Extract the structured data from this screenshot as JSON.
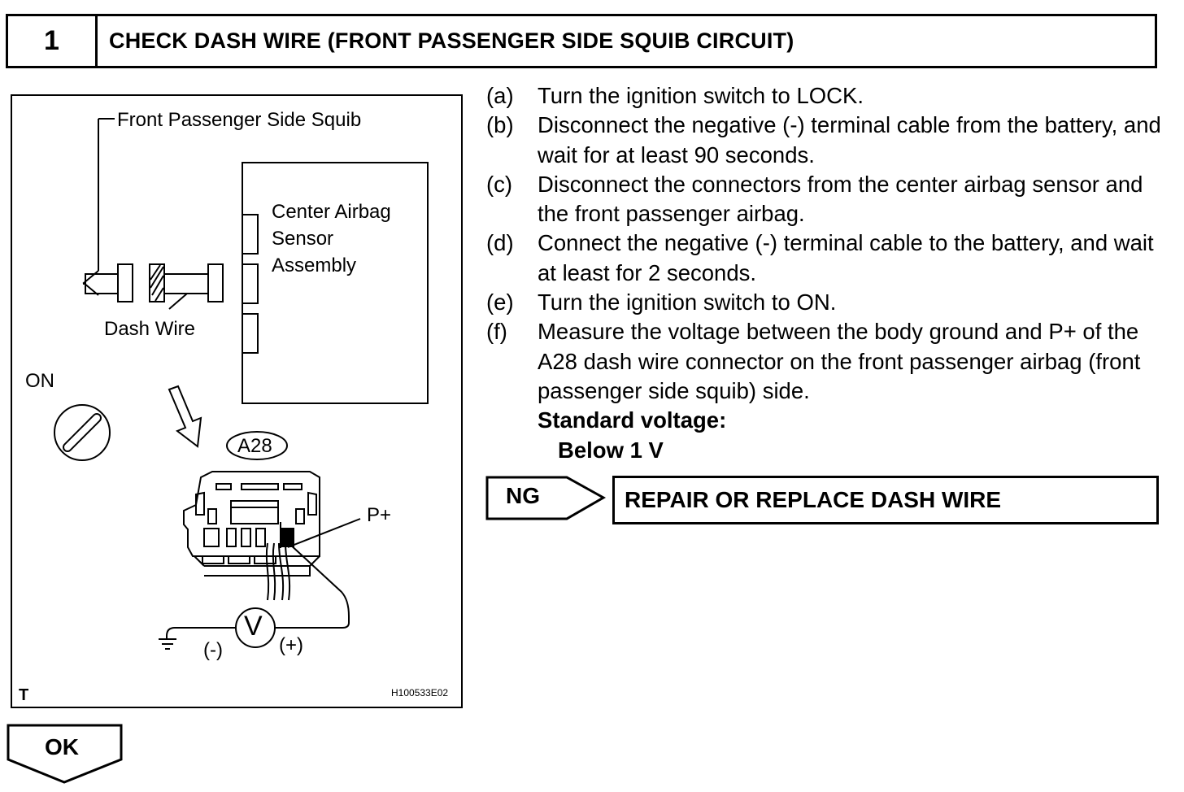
{
  "header": {
    "step_number": "1",
    "title": "CHECK DASH WIRE (FRONT PASSENGER SIDE SQUIB CIRCUIT)"
  },
  "diagram": {
    "squib_label": "Front Passenger Side Squib",
    "sensor_label_line1": "Center Airbag",
    "sensor_label_line2": "Sensor",
    "sensor_label_line3": "Assembly",
    "dash_wire_label": "Dash Wire",
    "ignition_label": "ON",
    "connector_label": "A28",
    "terminal_label": "P+",
    "meter_symbol": "V",
    "negative_label": "(-)",
    "positive_label": "(+)",
    "corner_label": "T",
    "figure_code": "H100533E02"
  },
  "instructions": [
    {
      "letter": "(a)",
      "text": "Turn the ignition switch to LOCK."
    },
    {
      "letter": "(b)",
      "text": "Disconnect the negative (-) terminal cable from the battery, and wait for at least 90 seconds."
    },
    {
      "letter": "(c)",
      "text": "Disconnect the connectors from the center airbag sensor and the front passenger airbag."
    },
    {
      "letter": "(d)",
      "text": "Connect the negative (-) terminal cable to the battery, and wait at least for 2 seconds."
    },
    {
      "letter": "(e)",
      "text": "Turn the ignition switch to ON."
    },
    {
      "letter": "(f)",
      "text": "Measure the voltage between the body ground and P+ of the A28 dash wire connector on the front passenger airbag (front passenger side squib) side."
    }
  ],
  "standard": {
    "label": "Standard voltage:",
    "value": "Below 1 V"
  },
  "results": {
    "ng_label": "NG",
    "ng_action": "REPAIR OR REPLACE DASH WIRE",
    "ok_label": "OK"
  }
}
